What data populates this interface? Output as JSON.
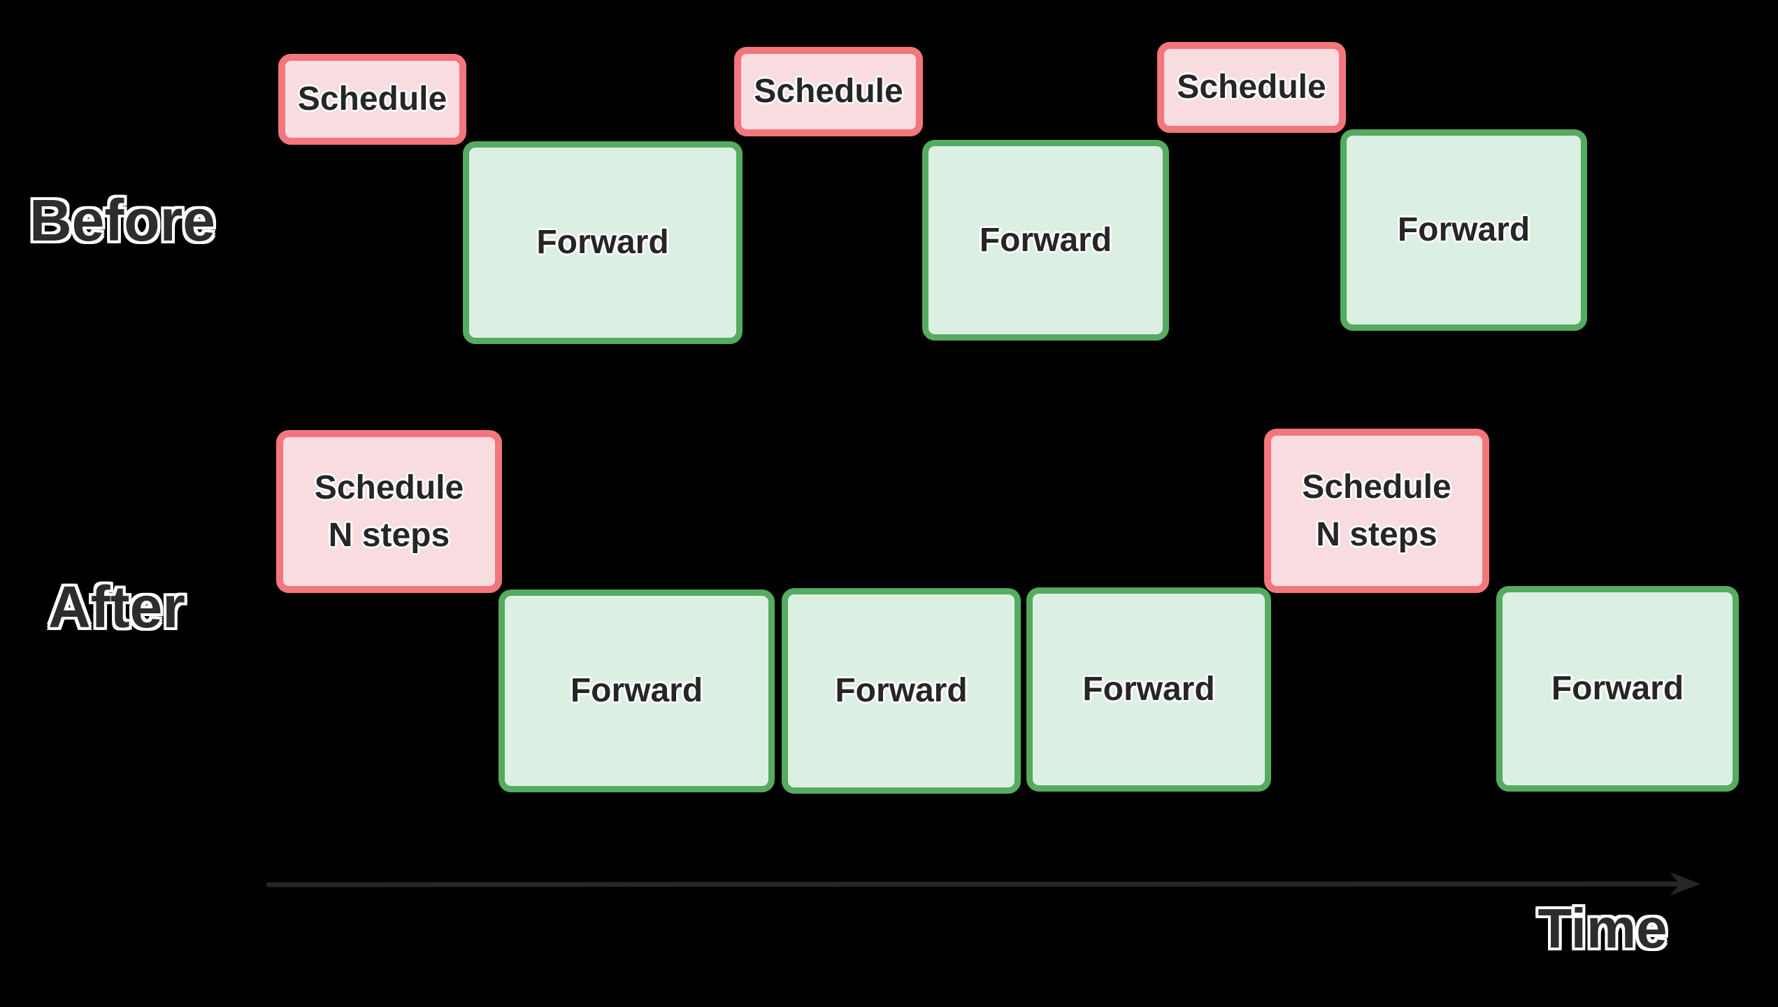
{
  "rows": {
    "before": {
      "label": "Before",
      "blocks": [
        {
          "type": "schedule",
          "label": "Schedule"
        },
        {
          "type": "forward",
          "label": "Forward"
        },
        {
          "type": "schedule",
          "label": "Schedule"
        },
        {
          "type": "forward",
          "label": "Forward"
        },
        {
          "type": "schedule",
          "label": "Schedule"
        },
        {
          "type": "forward",
          "label": "Forward"
        }
      ]
    },
    "after": {
      "label": "After",
      "blocks": [
        {
          "type": "schedule",
          "label": "Schedule\nN steps"
        },
        {
          "type": "forward",
          "label": "Forward"
        },
        {
          "type": "forward",
          "label": "Forward"
        },
        {
          "type": "forward",
          "label": "Forward"
        },
        {
          "type": "schedule",
          "label": "Schedule\nN steps"
        },
        {
          "type": "forward",
          "label": "Forward"
        }
      ]
    }
  },
  "axis": {
    "label": "Time",
    "arrow_icon": "right-arrow"
  },
  "colors": {
    "background": "#000000",
    "schedule_fill": "#f8dce0",
    "schedule_border": "#f2767b",
    "forward_fill": "#dcefe3",
    "forward_border": "#55ab60",
    "block_text": "#262626",
    "row_label_text": "#2d2d2d",
    "text_outline": "#ffffff",
    "arrow": "#262626"
  }
}
